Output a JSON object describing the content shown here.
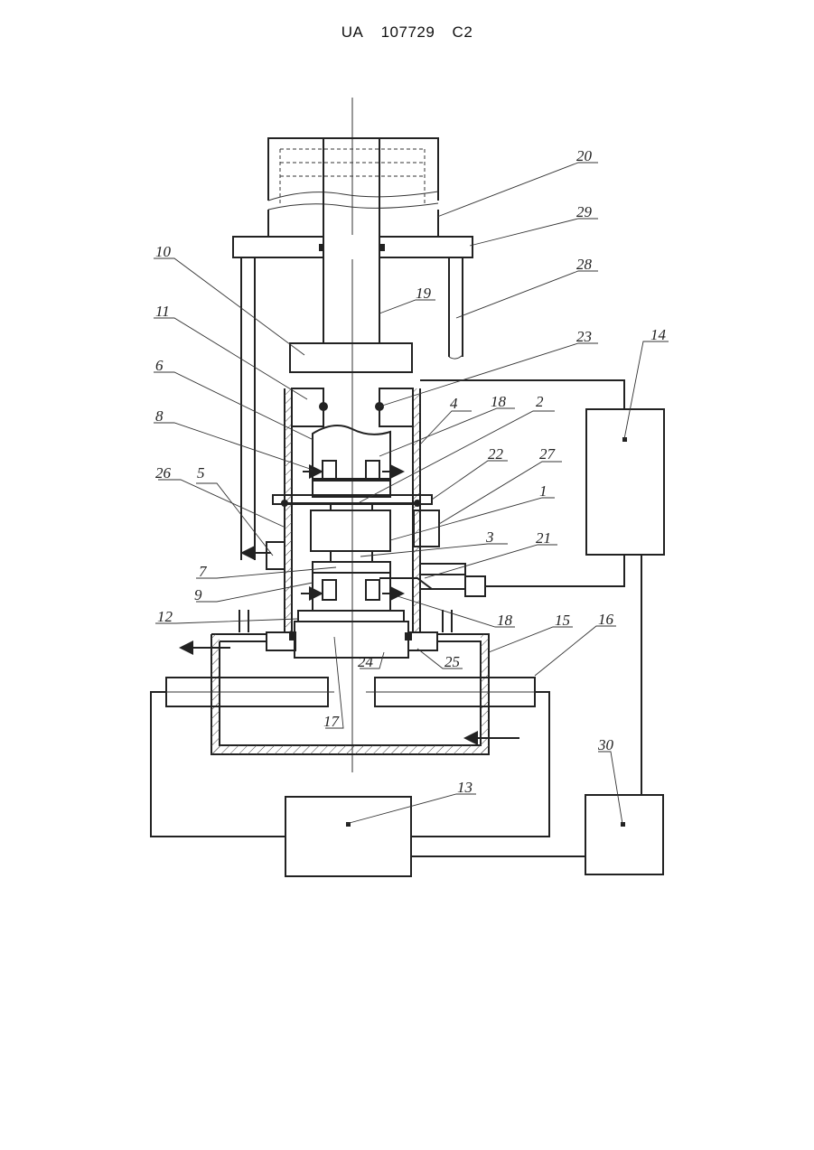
{
  "header": {
    "country": "UA",
    "number": "107729",
    "kind": "C2"
  },
  "labels": {
    "l1": "1",
    "l2": "2",
    "l3": "3",
    "l4": "4",
    "l5": "5",
    "l6": "6",
    "l7": "7",
    "l8": "8",
    "l9": "9",
    "l10": "10",
    "l11": "11",
    "l12": "12",
    "l13": "13",
    "l14": "14",
    "l15": "15",
    "l16": "16",
    "l17": "17",
    "l18a": "18",
    "l18b": "18",
    "l19": "19",
    "l20": "20",
    "l21": "21",
    "l22": "22",
    "l23": "23",
    "l24": "24",
    "l25": "25",
    "l26": "26",
    "l27": "27",
    "l28": "28",
    "l29": "29",
    "l30": "30"
  }
}
